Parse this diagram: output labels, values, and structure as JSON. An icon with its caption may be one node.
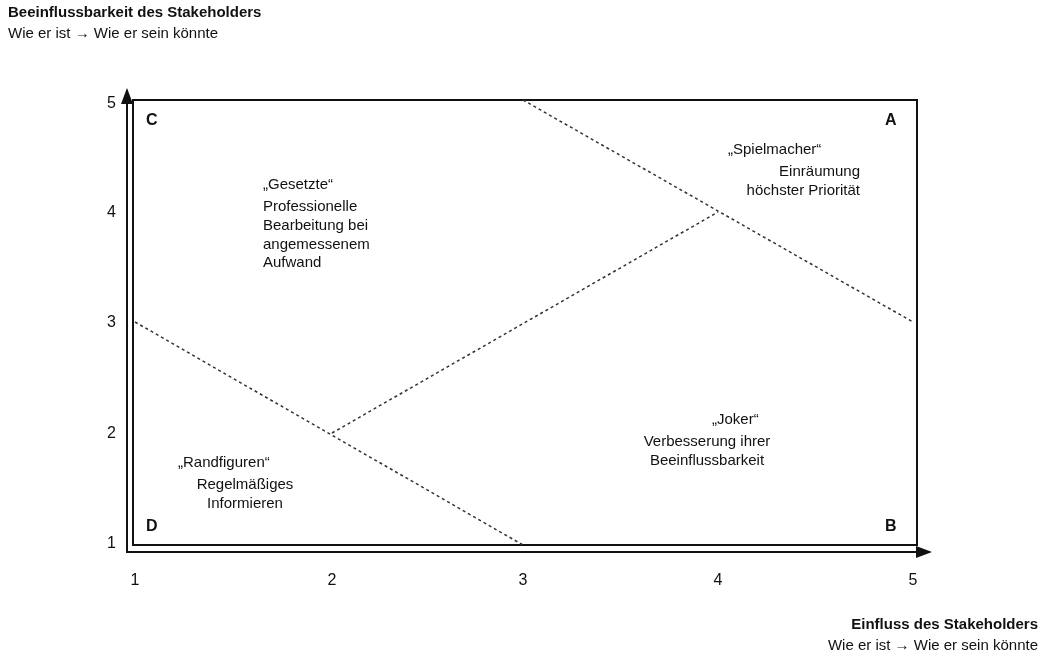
{
  "diagram": {
    "labels": [
      "Beeinflussbarkeit des Stakeholders",
      "Wie er ist → Wie er sein könnte",
      "5",
      "4",
      "3",
      "2",
      "1",
      "C",
      "A",
      "„Gesetzte“",
      "Professionelle Bearbeitung bei angemessenem Aufwand",
      "„Spielmacher“",
      "Einräumung höchster Priorität",
      "„Joker“",
      "Verbesserung ihrer Beeinflussbarkeit",
      "„Randfiguren“",
      "Regelmäßiges Informieren",
      "D",
      "B",
      "1",
      "2",
      "3",
      "4",
      "5",
      "Einfluss des Stakeholders",
      "Wie er ist → Wie er sein könnte"
    ]
  }
}
